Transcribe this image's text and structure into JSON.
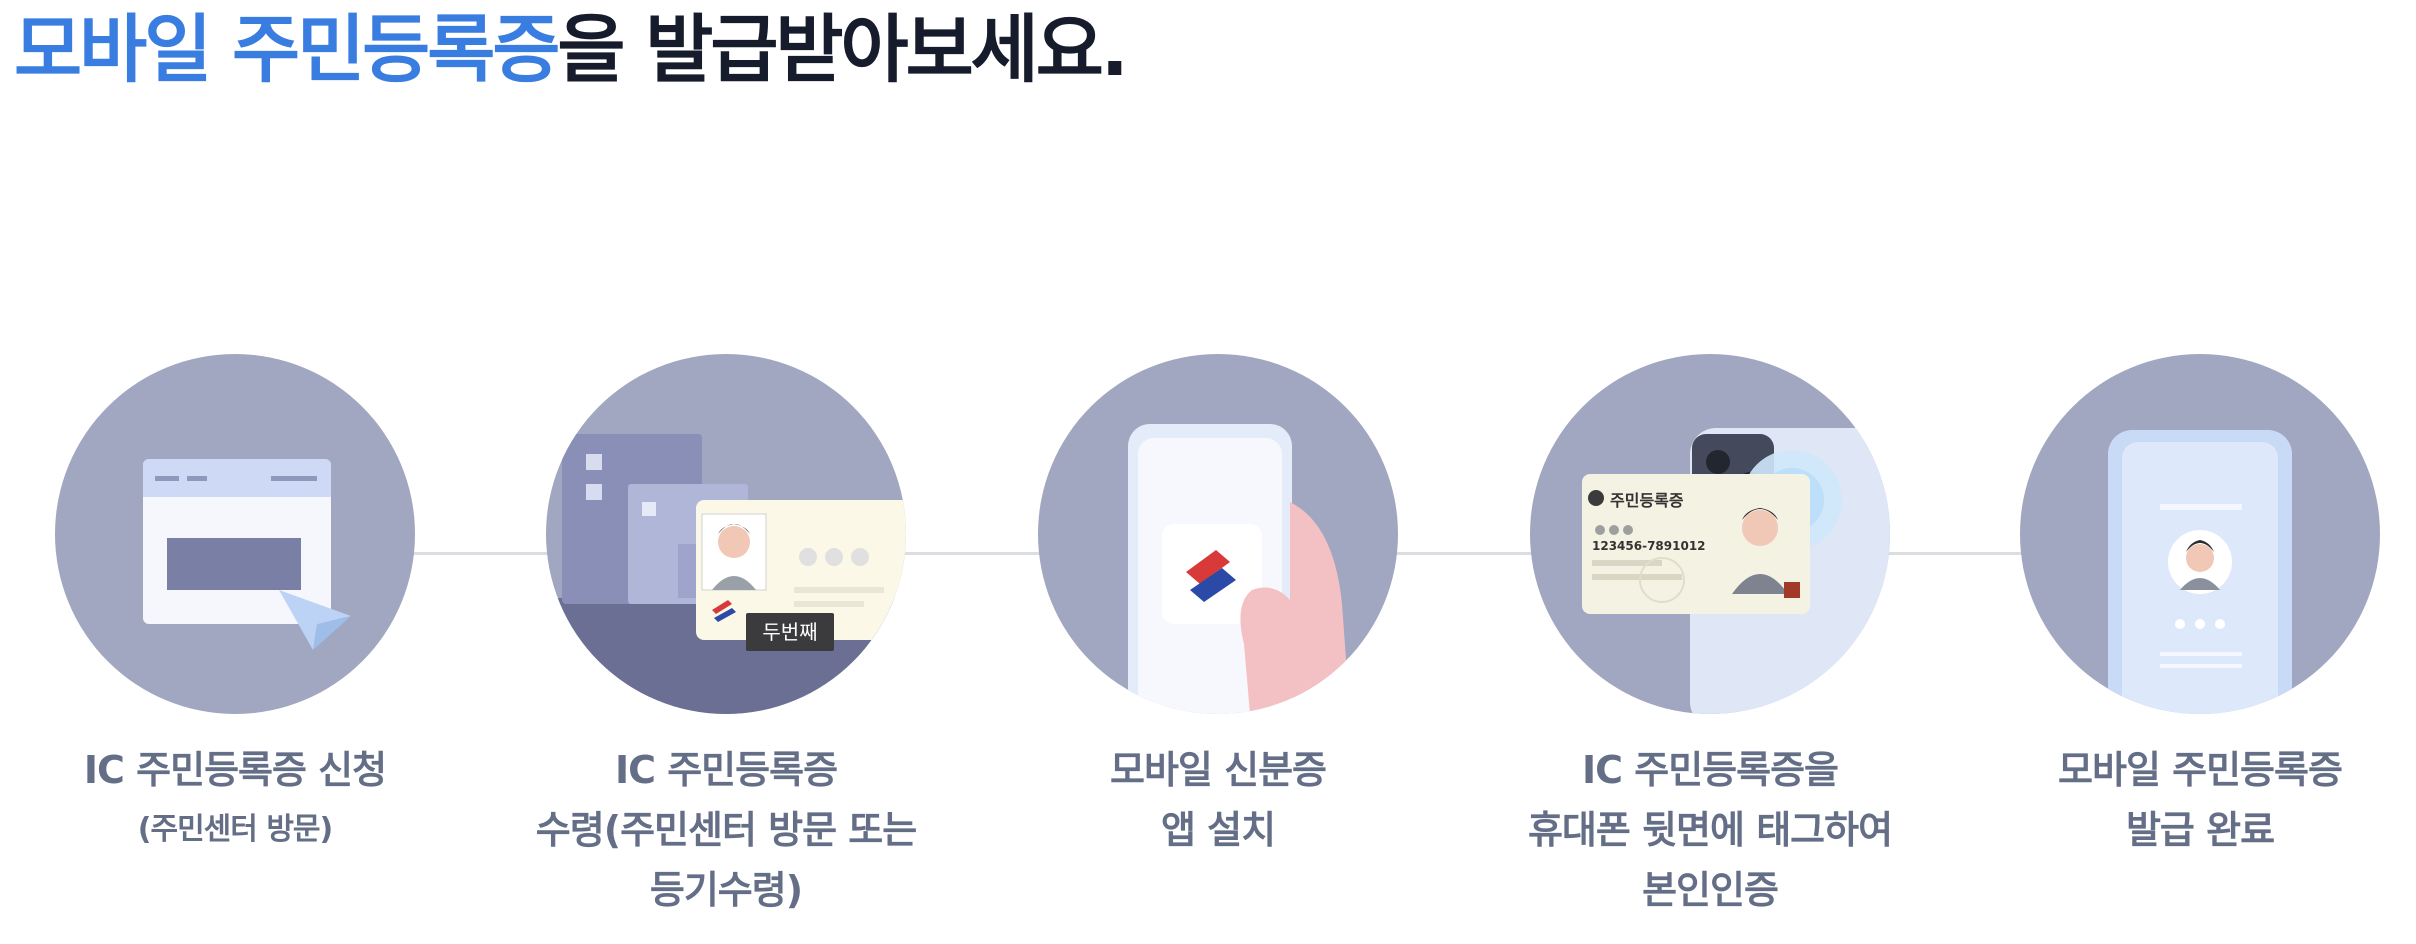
{
  "page": {
    "title_highlight": "모바일 주민등록증",
    "title_rest": "을 발급받아보세요."
  },
  "colors": {
    "accent": "#3a7de0",
    "circle_bg": "#a1a6c1",
    "caption": "#646e86"
  },
  "steps": [
    {
      "lines": [
        "IC 주민등록증 신청"
      ],
      "sub": "(주민센터 방문)",
      "icon": "browser-click-icon"
    },
    {
      "lines": [
        "IC 주민등록증",
        "수령(주민센터 방문 또는",
        "등기수령)"
      ],
      "sub": "",
      "icon": "office-id-card-icon"
    },
    {
      "lines": [
        "모바일 신분증",
        "앱 설치"
      ],
      "sub": "",
      "icon": "phone-app-icon"
    },
    {
      "lines": [
        "IC 주민등록증을",
        "휴대폰 뒷면에 태그하여",
        "본인인증"
      ],
      "sub": "",
      "icon": "card-tag-icon"
    },
    {
      "lines": [
        "모바일 주민등록증",
        "발급 완료"
      ],
      "sub": "",
      "icon": "mobile-id-icon"
    }
  ],
  "illustrations": {
    "card_title": "주민등록증",
    "card_number": "123456-7891012"
  },
  "tooltip": {
    "text": "두번째"
  }
}
